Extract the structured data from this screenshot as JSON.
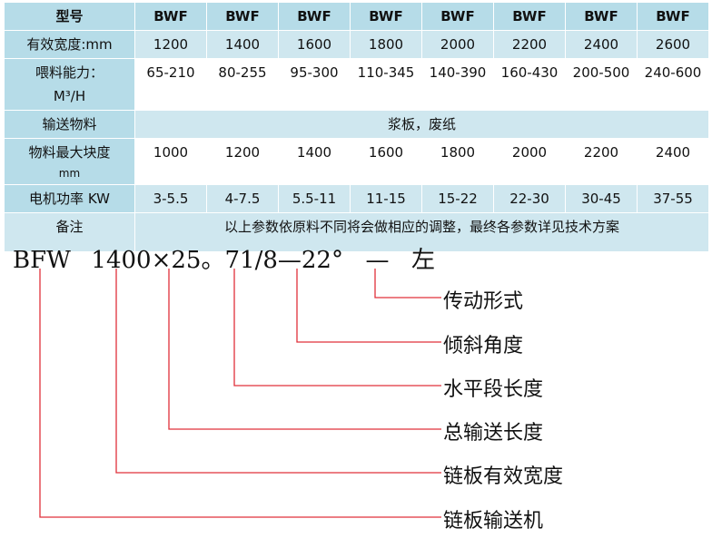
{
  "table": {
    "header": {
      "label": "型号",
      "models": [
        "BWF",
        "BWF",
        "BWF",
        "BWF",
        "BWF",
        "BWF",
        "BWF",
        "BWF"
      ]
    },
    "rows": [
      {
        "label": "有效宽度:mm",
        "values": [
          "1200",
          "1400",
          "1600",
          "1800",
          "2000",
          "2200",
          "2400",
          "2600"
        ]
      },
      {
        "label": "喂料能力：",
        "sublabel": "M³/H",
        "values": [
          "65-210",
          "80-255",
          "95-300",
          "110-345",
          "140-390",
          "160-430",
          "200-500",
          "240-600"
        ]
      },
      {
        "label": "输送物料",
        "span": "浆板，废纸"
      },
      {
        "label": "物料最大块度",
        "sublabel": "mm",
        "values": [
          "1000",
          "1200",
          "1400",
          "1600",
          "1800",
          "2000",
          "2200",
          "2400"
        ]
      },
      {
        "label": "电机功率 KW",
        "values": [
          "3-5.5",
          "4-7.5",
          "5.5-11",
          "11-15",
          "15-22",
          "22-30",
          "30-45",
          "37-55"
        ]
      },
      {
        "label": "备注",
        "span": "以上参数依原料不同将会做相应的调整，最终各参数详见技术方案"
      }
    ]
  },
  "code": {
    "parts": [
      "BFW",
      "1400",
      "×",
      "25",
      "。",
      "71/8",
      "—",
      "22°",
      "—",
      "左"
    ]
  },
  "legend": {
    "items": [
      "传动形式",
      "倾斜角度",
      "水平段长度",
      "总输送长度",
      "链板有效宽度",
      "链板输送机"
    ]
  },
  "colors": {
    "table_header": "#b6dce8",
    "table_alt_row": "#cfe7ef",
    "leader_line": "#e0303a"
  }
}
